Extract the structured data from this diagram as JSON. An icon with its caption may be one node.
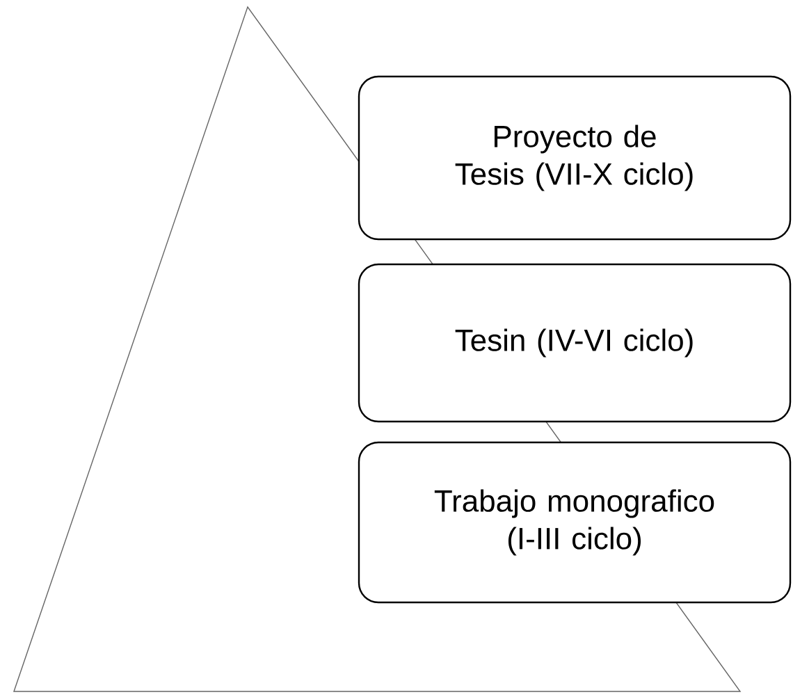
{
  "diagram": {
    "nodes": [
      {
        "text": [
          "Proyecto de Tesis (VII-X ciclo)"
        ]
      },
      {
        "text": [
          "Tesin (IV-VI ciclo)"
        ]
      },
      {
        "text": [
          "Trabajo monografico (I-III ciclo)"
        ]
      }
    ]
  }
}
